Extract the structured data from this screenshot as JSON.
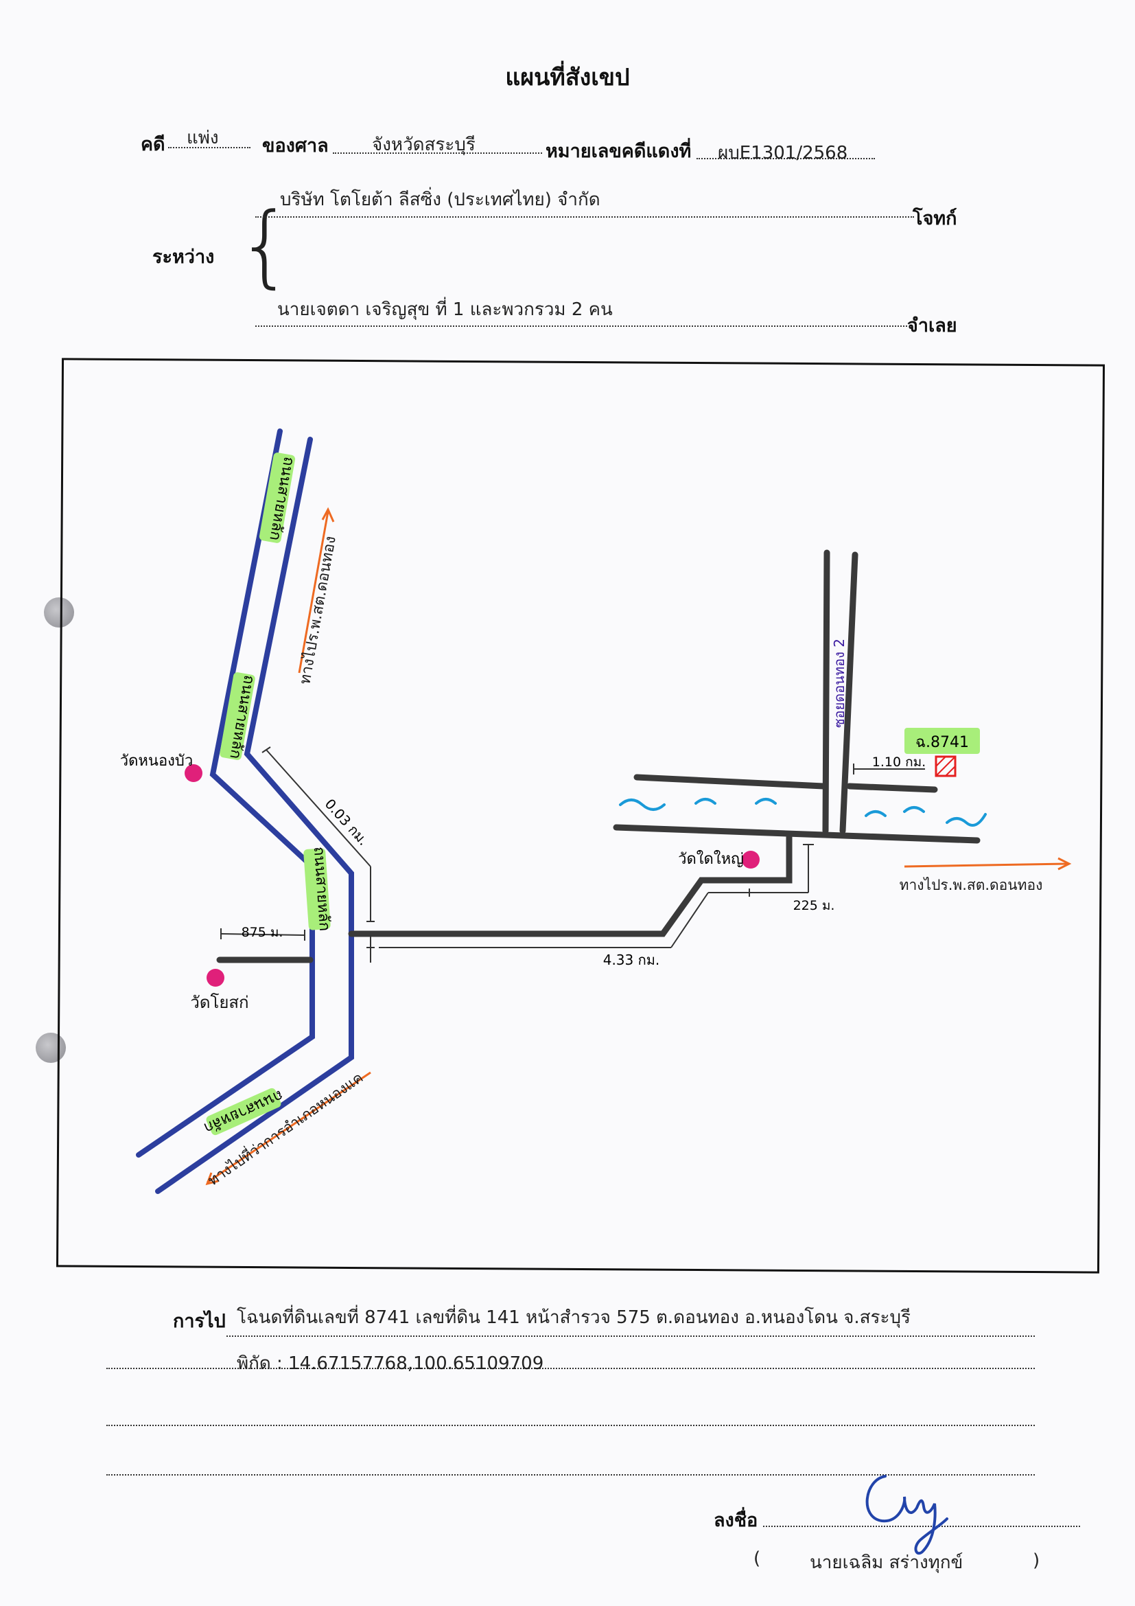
{
  "header": {
    "title": "แผนที่สังเขป"
  },
  "case": {
    "case_label": "คดี",
    "case_type": "แพ่ง",
    "court_label": "ของศาล",
    "court": "จังหวัดสระบุรี",
    "red_no_label": "หมายเลขคดีแดงที่",
    "red_no": "ผบE1301/2568",
    "between_label": "ระหว่าง",
    "plaintiff": "บริษัท โตโยต้า ลีสซิ่ง (ประเทศไทย) จำกัด",
    "plaintiff_label": "โจทก์",
    "defendant": "นายเจตดา เจริญสุข ที่ 1 และพวกรวม 2 คน",
    "defendant_label": "จำเลย"
  },
  "map": {
    "road_main_top": "ถนนสายหลัก",
    "road_main_mid": "ถนนสายหลัก",
    "road_main_center": "ถนนสายหลัก",
    "road_main_bottom": "ถนนสายหลัก",
    "to_north": "ทางไปร.พ.สต.ดอนทอง",
    "to_south": "ทางไปที่ว่าการอำเภอหนองแค",
    "to_east": "ทางไปร.พ.สต.ดอนทอง",
    "temple_1": "วัดหนองบัว",
    "temple_2": "วัดโยสก่",
    "temple_3": "วัดใดใหญ่",
    "soi": "ซอยดอนทอง 2",
    "dist_diag": "0.03 กม.",
    "dist_side": "875 ม.",
    "dist_main": "4.33 กม.",
    "dist_short": "225 ม.",
    "dist_target": "1.10 กม.",
    "target_label": "ฉ.8741",
    "colors": {
      "road_blue": "#2c3e9e",
      "road_dark": "#3a3a3a",
      "highlight": "#a8ee7a",
      "orange": "#ee6a22",
      "temple": "#e0207a",
      "target": "#e52020",
      "water": "#1a9ad8",
      "soi_text": "#3a1aa0"
    }
  },
  "directions": {
    "label": "การไป",
    "line1": "โฉนดที่ดินเลขที่ 8741 เลขที่ดิน 141 หน้าสำรวจ 575 ต.ดอนทอง อ.หนองโดน จ.สระบุรี",
    "line2": "พิกัด : 14.67157768,100.65109709"
  },
  "sign": {
    "label": "ลงชื่อ",
    "open_paren": "(",
    "name": "นายเฉลิม สร่างทุกข์",
    "close_paren": ")"
  }
}
